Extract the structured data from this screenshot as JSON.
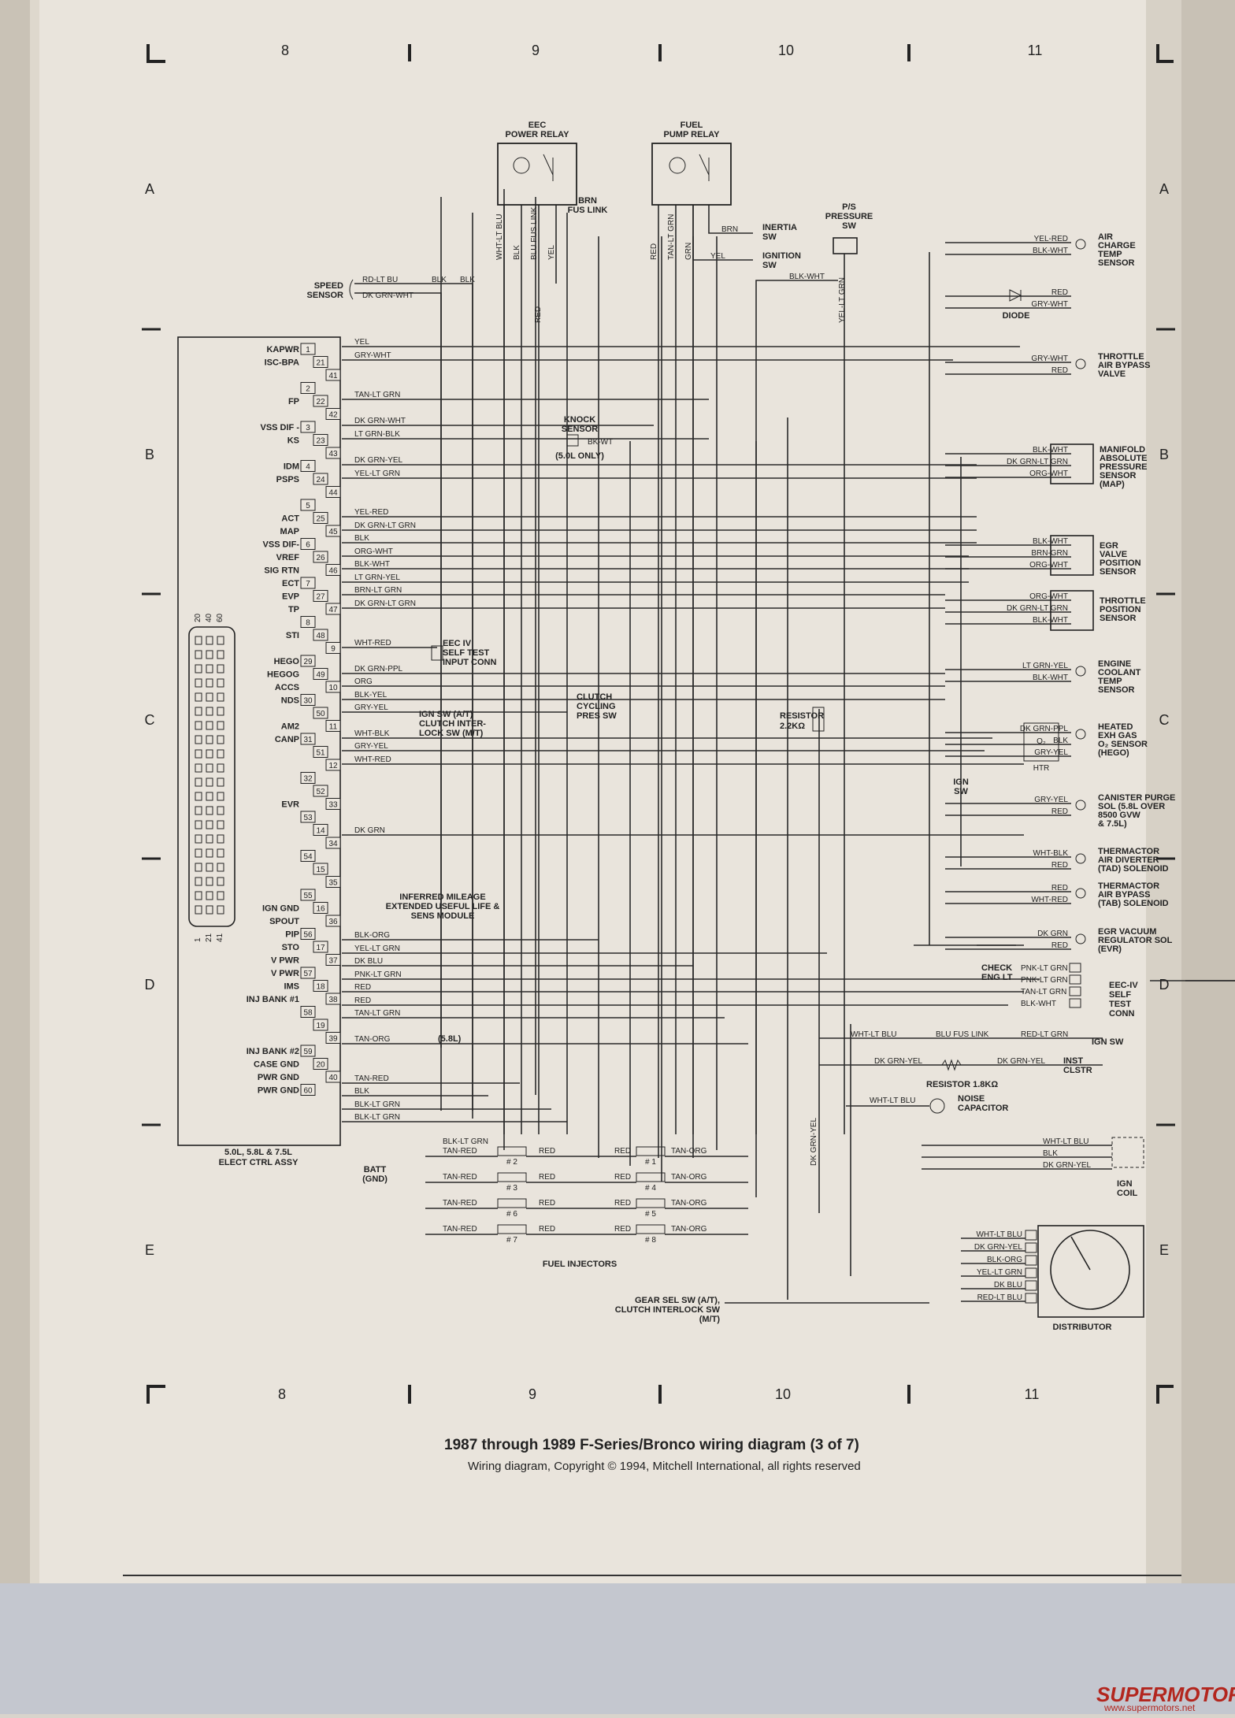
{
  "grid": {
    "columns": [
      "8",
      "9",
      "10",
      "11"
    ],
    "rows": [
      "A",
      "B",
      "C",
      "D",
      "E"
    ]
  },
  "top_components": {
    "eec_relay": [
      "EEC",
      "POWER RELAY"
    ],
    "eec_relay_wires": [
      "WHT-LT BLU",
      "BLK",
      "BLU FUS LINK",
      "YEL"
    ],
    "brn_fus_link": [
      "BRN",
      "FUS LINK"
    ],
    "red": "RED",
    "fuel_pump_relay": [
      "FUEL",
      "PUMP RELAY"
    ],
    "fuel_pump_wires": [
      "RED",
      "TAN-LT GRN",
      "GRN"
    ],
    "brn": "BRN",
    "inertia_sw": [
      "INERTIA",
      "SW"
    ],
    "yel": "YEL",
    "ignition_sw": [
      "IGNITION",
      "SW"
    ],
    "ps_pressure_sw": [
      "P/S",
      "PRESSURE",
      "SW"
    ],
    "blk_wht": "BLK-WHT",
    "yel_lt_grn": "YEL-LT GRN",
    "speed_sensor": [
      "SPEED",
      "SENSOR"
    ],
    "speed_wires": [
      "RD-LT BU",
      "DK GRN-WHT"
    ],
    "blk": "BLK"
  },
  "ecu": {
    "labels": [
      {
        "text": "KAPWR",
        "pin": "1"
      },
      {
        "text": "ISC-BPA",
        "pin": "21"
      },
      {
        "text": "",
        "pin": "41"
      },
      {
        "text": "",
        "pin": "2"
      },
      {
        "text": "FP",
        "pin": "22"
      },
      {
        "text": "",
        "pin": "42"
      },
      {
        "text": "VSS DIF -",
        "pin": "3"
      },
      {
        "text": "KS",
        "pin": "23"
      },
      {
        "text": "",
        "pin": "43"
      },
      {
        "text": "IDM",
        "pin": "4"
      },
      {
        "text": "PSPS",
        "pin": "24"
      },
      {
        "text": "",
        "pin": "44"
      },
      {
        "text": "",
        "pin": "5"
      },
      {
        "text": "ACT",
        "pin": "25"
      },
      {
        "text": "MAP",
        "pin": "45"
      },
      {
        "text": "VSS DIF-",
        "pin": "6"
      },
      {
        "text": "VREF",
        "pin": "26"
      },
      {
        "text": "SIG RTN",
        "pin": "46"
      },
      {
        "text": "ECT",
        "pin": "7"
      },
      {
        "text": "EVP",
        "pin": "27"
      },
      {
        "text": "TP",
        "pin": "47"
      },
      {
        "text": "",
        "pin": "8"
      },
      {
        "text": "STI",
        "pin": "48"
      },
      {
        "text": "",
        "pin": "9"
      },
      {
        "text": "HEGO",
        "pin": "29"
      },
      {
        "text": "HEGOG",
        "pin": "49"
      },
      {
        "text": "ACCS",
        "pin": "10"
      },
      {
        "text": "NDS",
        "pin": "30"
      },
      {
        "text": "",
        "pin": "50"
      },
      {
        "text": "AM2",
        "pin": "11"
      },
      {
        "text": "CANP",
        "pin": "31"
      },
      {
        "text": "",
        "pin": "51"
      },
      {
        "text": "",
        "pin": "12"
      },
      {
        "text": "",
        "pin": "32"
      },
      {
        "text": "",
        "pin": "52"
      },
      {
        "text": "EVR",
        "pin": "33"
      },
      {
        "text": "",
        "pin": "53"
      },
      {
        "text": "",
        "pin": "14"
      },
      {
        "text": "",
        "pin": "34"
      },
      {
        "text": "",
        "pin": "54"
      },
      {
        "text": "",
        "pin": "15"
      },
      {
        "text": "",
        "pin": "35"
      },
      {
        "text": "",
        "pin": "55"
      },
      {
        "text": "IGN GND",
        "pin": "16"
      },
      {
        "text": "SPOUT",
        "pin": "36"
      },
      {
        "text": "PIP",
        "pin": "56"
      },
      {
        "text": "STO",
        "pin": "17"
      },
      {
        "text": "V PWR",
        "pin": "37"
      },
      {
        "text": "V PWR",
        "pin": "57"
      },
      {
        "text": "IMS",
        "pin": "18"
      },
      {
        "text": "INJ BANK #1",
        "pin": "38"
      },
      {
        "text": "",
        "pin": "58"
      },
      {
        "text": "",
        "pin": "19"
      },
      {
        "text": "",
        "pin": "39"
      },
      {
        "text": "INJ BANK #2",
        "pin": "59"
      },
      {
        "text": "CASE GND",
        "pin": "20"
      },
      {
        "text": "PWR GND",
        "pin": "40"
      },
      {
        "text": "PWR GND",
        "pin": "60"
      }
    ],
    "wires": [
      "YEL",
      "GRY-WHT",
      "TAN-LT GRN",
      "DK GRN-WHT",
      "LT GRN-BLK",
      "DK GRN-YEL",
      "YEL-LT GRN",
      "YEL-RED",
      "DK GRN-LT GRN",
      "BLK",
      "ORG-WHT",
      "BLK-WHT",
      "LT GRN-YEL",
      "BRN-LT GRN",
      "DK GRN-LT GRN",
      "WHT-RED",
      "DK GRN-PPL",
      "ORG",
      "BLK-YEL",
      "GRY-YEL",
      "WHT-BLK",
      "GRY-YEL",
      "WHT-RED",
      "DK GRN",
      "BLK-ORG",
      "YEL-LT GRN",
      "DK BLU",
      "PNK-LT GRN",
      "RED",
      "RED",
      "TAN-LT GRN",
      "TAN-ORG",
      "TAN-RED",
      "BLK",
      "BLK-LT GRN",
      "BLK-LT GRN"
    ],
    "connector_nums": [
      "20",
      "40",
      "60",
      "1",
      "21",
      "41"
    ],
    "caption": [
      "5.0L, 5.8L & 7.5L",
      "ELECT CTRL ASSY"
    ]
  },
  "mid_labels": {
    "knock_sensor": [
      "KNOCK",
      "SENSOR"
    ],
    "bk_wt": "BK-WT",
    "five_l_only": "(5.0L ONLY)",
    "self_test": [
      "EEC IV",
      "SELF TEST",
      "INPUT CONN"
    ],
    "ign_sw": [
      "IGN SW (A/T)",
      "CLUTCH INTER-",
      "LOCK SW (M/T)"
    ],
    "clutch_cycling": [
      "CLUTCH",
      "CYCLING",
      "PRES SW"
    ],
    "resistor_1": [
      "RESISTOR",
      "2.2KΩ"
    ],
    "inferred": [
      "INFERRED MILEAGE",
      "EXTENDED USEFUL LIFE &",
      "SENS MODULE"
    ],
    "five_8l": "(5.8L)",
    "batt": [
      "BATT",
      "(GND)"
    ],
    "blk_lt_grn": "BLK-LT GRN"
  },
  "injectors": {
    "left": [
      {
        "wire": "TAN-RED",
        "num": "# 2"
      },
      {
        "wire": "TAN-RED",
        "num": "# 3"
      },
      {
        "wire": "TAN-RED",
        "num": "# 6"
      },
      {
        "wire": "TAN-RED",
        "num": "# 7"
      }
    ],
    "right": [
      {
        "wire": "TAN-ORG",
        "num": "# 1"
      },
      {
        "wire": "TAN-ORG",
        "num": "# 4"
      },
      {
        "wire": "TAN-ORG",
        "num": "# 5"
      },
      {
        "wire": "TAN-ORG",
        "num": "# 8"
      }
    ],
    "red": "RED",
    "label": "FUEL INJECTORS"
  },
  "right_components": [
    {
      "wires": [
        "YEL-RED",
        "BLK-WHT"
      ],
      "label": [
        "AIR",
        "CHARGE",
        "TEMP",
        "SENSOR"
      ]
    },
    {
      "wires": [
        "RED",
        "GRY-WHT"
      ],
      "label": [
        "DIODE"
      ]
    },
    {
      "wires": [
        "GRY-WHT",
        "RED"
      ],
      "label": [
        "THROTTLE",
        "AIR BYPASS",
        "VALVE"
      ]
    },
    {
      "wires": [
        "BLK-WHT",
        "DK GRN-LT GRN",
        "ORG-WHT"
      ],
      "label": [
        "MANIFOLD",
        "ABSOLUTE",
        "PRESSURE",
        "SENSOR",
        "(MAP)"
      ]
    },
    {
      "wires": [
        "BLK-WHT",
        "BRN-GRN",
        "ORG-WHT"
      ],
      "label": [
        "EGR",
        "VALVE",
        "POSITION",
        "SENSOR"
      ]
    },
    {
      "wires": [
        "ORG-WHT",
        "DK GRN-LT GRN",
        "BLK-WHT"
      ],
      "label": [
        "THROTTLE",
        "POSITION",
        "SENSOR"
      ]
    },
    {
      "wires": [
        "LT GRN-YEL",
        "BLK-WHT"
      ],
      "label": [
        "ENGINE",
        "COOLANT",
        "TEMP",
        "SENSOR"
      ]
    },
    {
      "wires": [
        "DK GRN-PPL",
        "BLK",
        "GRY-YEL"
      ],
      "label": [
        "HEATED",
        "EXH GAS",
        "O₂ SENSOR",
        "(HEGO)"
      ]
    },
    {
      "wires": [
        "GRY-YEL",
        "RED"
      ],
      "label": [
        "CANISTER PURGE",
        "SOL (5.8L OVER",
        "8500 GVW",
        "& 7.5L)"
      ]
    },
    {
      "wires": [
        "WHT-BLK",
        "RED"
      ],
      "label": [
        "THERMACTOR",
        "AIR DIVERTER",
        "(TAD) SOLENOID"
      ]
    },
    {
      "wires": [
        "RED",
        "WHT-RED"
      ],
      "label": [
        "THERMACTOR",
        "AIR BYPASS",
        "(TAB) SOLENOID"
      ]
    },
    {
      "wires": [
        "DK GRN",
        "RED"
      ],
      "label": [
        "EGR VACUUM",
        "REGULATOR SOL",
        "(EVR)"
      ]
    }
  ],
  "hego_extra": {
    "o2": "O₂",
    "htr": "HTR",
    "ign_sw": [
      "IGN",
      "SW"
    ]
  },
  "self_test_conn": {
    "check": [
      "CHECK",
      "ENG LT"
    ],
    "wires": [
      "PNK-LT GRN",
      "PNK-LT GRN",
      "TAN-LT GRN",
      "BLK-WHT"
    ],
    "label": [
      "EEC-IV",
      "SELF",
      "TEST",
      "CONN"
    ]
  },
  "lower_right": {
    "row1": [
      "WHT-LT BLU",
      "BLU FUS LINK",
      "RED-LT GRN",
      "IGN SW"
    ],
    "row2": [
      "DK GRN-YEL",
      "RESISTOR 1.8KΩ",
      "DK GRN-YEL",
      "INST",
      "CLSTR"
    ],
    "row3": [
      "WHT-LT BLU",
      "NOISE",
      "CAPACITOR"
    ],
    "dk_grn_yel_vert": "DK GRN-YEL",
    "coil_wires": [
      "WHT-LT BLU",
      "BLK",
      "DK GRN-YEL"
    ],
    "coil_label": [
      "IGN",
      "COIL"
    ],
    "dist_wires": [
      "WHT-LT BLU",
      "DK GRN-YEL",
      "BLK-ORG",
      "YEL-LT GRN",
      "DK BLU",
      "RED-LT BLU"
    ],
    "dist_label": "DISTRIBUTOR",
    "gear_sel": [
      "GEAR SEL SW (A/T),",
      "CLUTCH INTERLOCK SW",
      "(M/T)"
    ]
  },
  "footer": {
    "title": "1987 through 1989 F-Series/Bronco wiring diagram (3 of 7)",
    "copyright": "Wiring diagram, Copyright © 1994, Mitchell International, all rights reserved"
  },
  "watermark": {
    "brand": "SUPERMOTORS",
    "url": "www.supermotors.net"
  }
}
